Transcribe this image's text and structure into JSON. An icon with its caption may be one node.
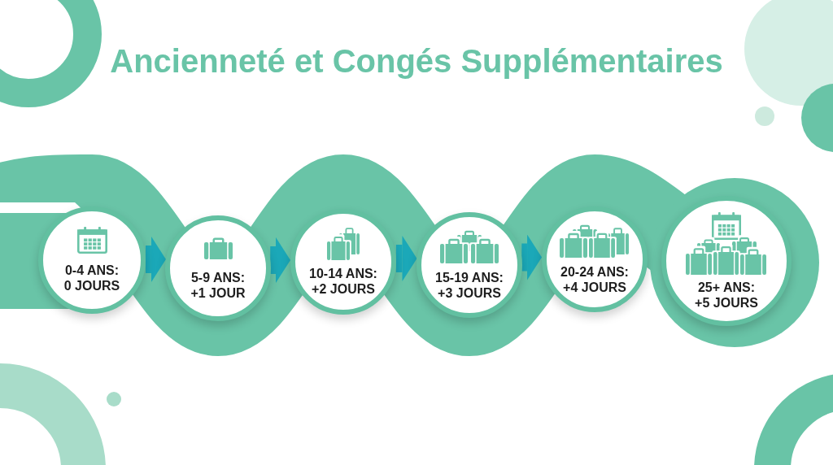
{
  "diagram": {
    "title": "Ancienneté et Congés Supplémentaires",
    "nodes": [
      {
        "text": [
          "0-4 ANS: 0 JOURS"
        ]
      },
      {
        "text": [
          "5-9 ANS: +1 JOUR"
        ]
      },
      {
        "text": [
          "10-14 ANS: +2 JOURS"
        ]
      },
      {
        "text": [
          "15-19 ANS: +3 JOURS"
        ]
      },
      {
        "text": [
          "20-24 ANS: +4 JOURS"
        ]
      },
      {
        "text": [
          "25+ ANS: +5 JOURS"
        ]
      }
    ],
    "edges": [
      {
        "from": 0,
        "to": 1,
        "arrow": "to"
      },
      {
        "from": 1,
        "to": 2,
        "arrow": "to"
      },
      {
        "from": 2,
        "to": 3,
        "arrow": "to"
      },
      {
        "from": 3,
        "to": 4,
        "arrow": "to"
      }
    ]
  }
}
